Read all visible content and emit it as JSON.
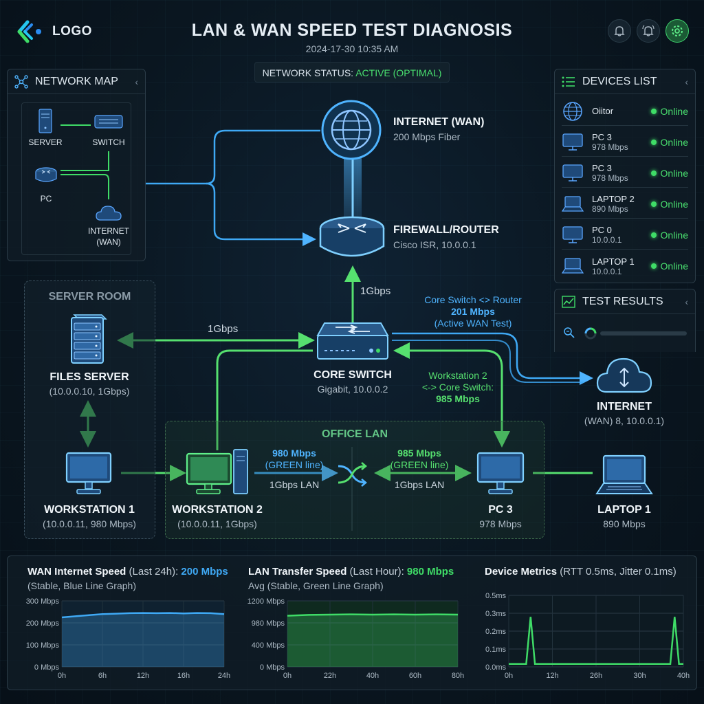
{
  "header": {
    "logo_text": "LOGO",
    "title": "LAN & WAN SPEED TEST DIAGNOSIS",
    "datetime": "2024-17-30 10:35 AM",
    "status_label": "NETWORK STATUS:",
    "status_value": "ACTIVE (OPTIMAL)",
    "icons": [
      "bell-icon",
      "bell-alert-icon",
      "gear-icon"
    ]
  },
  "network_map": {
    "title": "NETWORK MAP",
    "nodes": {
      "server": "SERVER",
      "switch": "SWITCH",
      "pc": "PC",
      "internet": "INTERNET",
      "internet_sub": "(WAN)"
    }
  },
  "devices_list": {
    "title": "DEVICES LIST",
    "items": [
      {
        "name": "Oiitor",
        "sub": "",
        "status": "Online",
        "icon": "globe-icon"
      },
      {
        "name": "PC 3",
        "sub": "978 Mbps",
        "status": "Online",
        "icon": "monitor-icon"
      },
      {
        "name": "PC 3",
        "sub": "978 Mbps",
        "status": "Online",
        "icon": "monitor-icon"
      },
      {
        "name": "LAPTOP 2",
        "sub": "890 Mbps",
        "status": "Online",
        "icon": "laptop-icon"
      },
      {
        "name": "PC 0",
        "sub": "10.0.0.1",
        "status": "Online",
        "icon": "monitor-icon"
      },
      {
        "name": "LAPTOP 1",
        "sub": "10.0.0.1",
        "status": "Online",
        "icon": "laptop-icon"
      }
    ]
  },
  "test_results": {
    "title": "TEST RESULTS"
  },
  "diagram": {
    "internet": {
      "label": "INTERNET (WAN)",
      "sub": "200 Mbps Fiber"
    },
    "router": {
      "label": "FIREWALL/ROUTER",
      "sub": "Cisco ISR, 10.0.0.1"
    },
    "core_switch": {
      "label": "CORE SWITCH",
      "sub": "Gigabit, 10.0.0.2"
    },
    "server_room": "SERVER ROOM",
    "files_server": {
      "label": "FILES SERVER",
      "sub": "(10.0.0.10, 1Gbps)"
    },
    "workstation1": {
      "label": "WORKSTATION 1",
      "sub": "(10.0.0.11, 980 Mbps)"
    },
    "office_lan": "OFFICE LAN",
    "workstation2": {
      "label": "WORKSTATION 2",
      "sub": "(10.0.0.11, 1Gbps)"
    },
    "pc3": {
      "label": "PC 3",
      "sub": "978 Mbps"
    },
    "internet2": {
      "label": "INTERNET",
      "sub": "(WAN) 8, 10.0.0.1)"
    },
    "laptop1": {
      "label": "LAPTOP 1",
      "sub": "890 Mbps"
    },
    "link_router": "1Gbps",
    "link_server": "1Gbps",
    "wan_test": {
      "line1": "Core Switch <> Router",
      "line2": "201 Mbps",
      "line3": "(Active WAN Test)"
    },
    "ws2_test": {
      "line1": "Workstation 2",
      "line2": "<-> Core Switch:",
      "line3": "985 Mbps"
    },
    "lan_link1": {
      "speed": "980 Mbps",
      "note": "(GREEN line)",
      "label": "1Gbps LAN"
    },
    "lan_link2": {
      "speed": "985 Mbps",
      "note": "(GREEN line)",
      "label": "1Gbps LAN"
    }
  },
  "charts": {
    "wan": {
      "title_bold": "WAN Internet Speed",
      "title_muted": "(Last 24h):",
      "title_value": "200 Mbps",
      "sub": "(Stable, Blue Line Graph)",
      "color": "#3fa9f5"
    },
    "lan": {
      "title_bold": "LAN Transfer Speed",
      "title_muted": "(Last Hour):",
      "title_value": "980 Mbps",
      "sub": "Avg (Stable, Green Line Graph)",
      "color": "#3fdc67"
    },
    "metrics": {
      "title_bold": "Device Metrics",
      "title_muted": "(RTT 0.5ms, Jitter 0.1ms)",
      "color": "#3fdc67"
    }
  },
  "chart_data": [
    {
      "type": "area",
      "title": "WAN Internet Speed (Last 24h): 200 Mbps",
      "x_ticks": [
        "0h",
        "6h",
        "12h",
        "16h",
        "24h"
      ],
      "y_ticks": [
        "0 Mbps",
        "100 Mbps",
        "200 Mbps",
        "300 Mbps"
      ],
      "ylim": [
        0,
        300
      ],
      "x": [
        0,
        2,
        4,
        6,
        8,
        10,
        12,
        14,
        16,
        18,
        20,
        22,
        24
      ],
      "values": [
        225,
        230,
        235,
        240,
        242,
        244,
        245,
        244,
        245,
        243,
        245,
        244,
        240
      ]
    },
    {
      "type": "area",
      "title": "LAN Transfer Speed (Last Hour): 980 Mbps",
      "x_ticks": [
        "0h",
        "22h",
        "40h",
        "60h",
        "80h"
      ],
      "y_ticks": [
        "0 Mbps",
        "400 Mbps",
        "980 Mbps",
        "1200 Mbps"
      ],
      "ylim": [
        0,
        1200
      ],
      "x": [
        0,
        10,
        20,
        30,
        40,
        50,
        60,
        70,
        80
      ],
      "values": [
        930,
        945,
        950,
        955,
        950,
        955,
        950,
        955,
        950
      ]
    },
    {
      "type": "line",
      "title": "Device Metrics (RTT 0.5ms, Jitter 0.1ms)",
      "x_ticks": [
        "0h",
        "12h",
        "26h",
        "30h",
        "40h"
      ],
      "y_ticks": [
        "0.0ms",
        "0.1ms",
        "0.2ms",
        "0.3ms",
        "0.5ms"
      ],
      "ylim": [
        0,
        0.5
      ],
      "x": [
        0,
        3,
        4,
        5,
        6,
        10,
        15,
        20,
        25,
        30,
        35,
        37,
        38,
        39,
        40
      ],
      "values": [
        0.02,
        0.02,
        0.02,
        0.35,
        0.02,
        0.02,
        0.02,
        0.02,
        0.02,
        0.02,
        0.02,
        0.02,
        0.35,
        0.02,
        0.02
      ]
    }
  ]
}
